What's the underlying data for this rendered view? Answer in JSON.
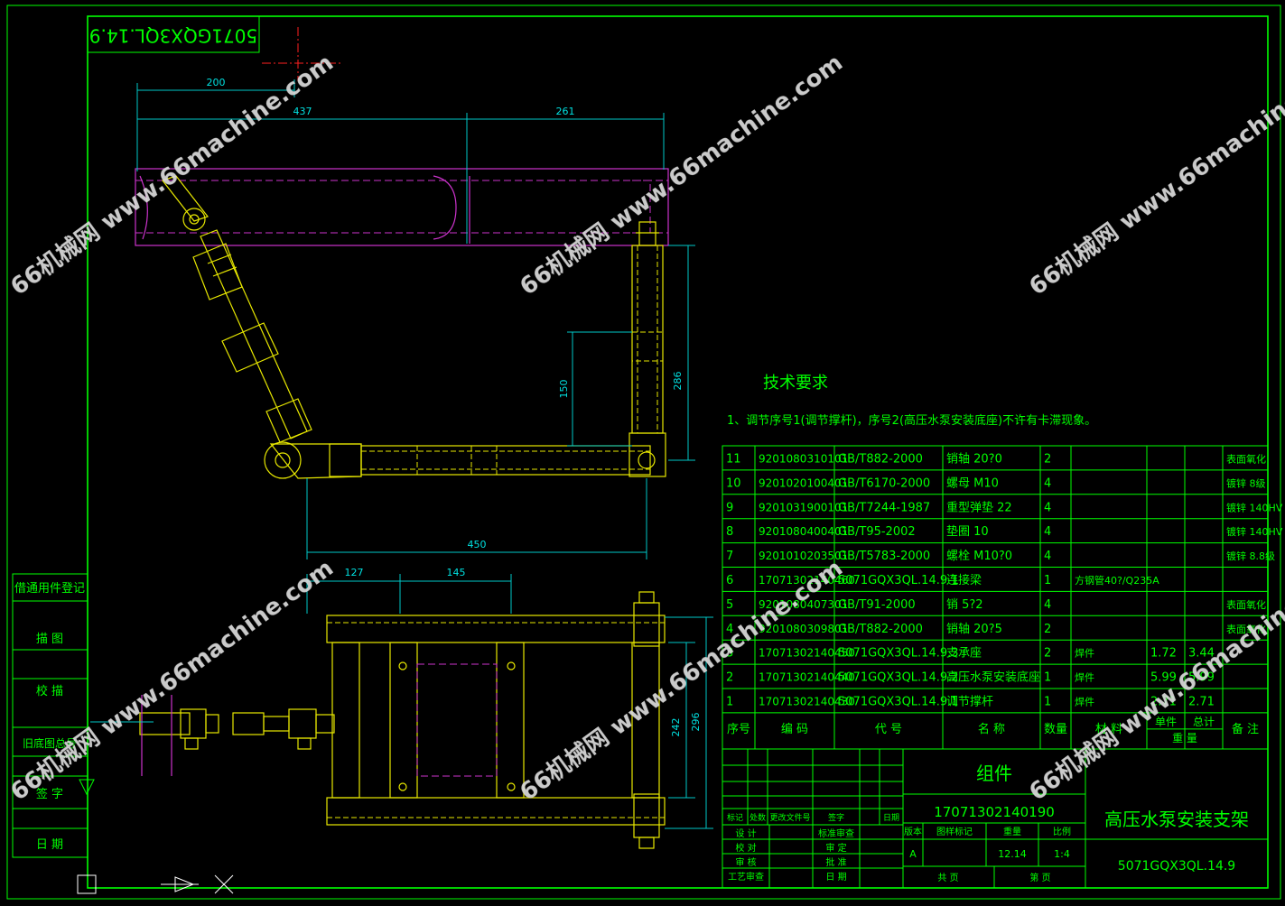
{
  "drawing_code_rotated": "5071GQX3QL.14.9",
  "dimensions": {
    "d200": "200",
    "d437": "437",
    "d261": "261",
    "d150": "150",
    "d286": "286",
    "d450": "450",
    "d127": "127",
    "d145": "145",
    "d242": "242",
    "d296": "296"
  },
  "tech": {
    "heading": "技术要求",
    "note": "1、调节序号1(调节撑杆)，序号2(高压水泵安装底座)不许有卡滞现象。"
  },
  "left_strip": [
    "借通用件登记",
    "描  图",
    "校  描",
    "旧底图总号",
    "签  字",
    "日  期"
  ],
  "bom_rows": [
    [
      "11",
      "9201080310101",
      "GB/T882-2000",
      "销轴 20?0",
      "2",
      "",
      "",
      "",
      "表面氧化"
    ],
    [
      "10",
      "9201020100401",
      "GB/T6170-2000",
      "螺母 M10",
      "4",
      "",
      "",
      "",
      "镀锌 8级"
    ],
    [
      "9",
      "9201031900101",
      "GB/T7244-1987",
      "重型弹垫 22",
      "4",
      "",
      "",
      "",
      "镀锌 140HV"
    ],
    [
      "8",
      "9201080400401",
      "GB/T95-2002",
      "垫圈 10",
      "4",
      "",
      "",
      "",
      "镀锌 140HV"
    ],
    [
      "7",
      "9201010203501",
      "GB/T5783-2000",
      "螺栓 M10?0",
      "4",
      "",
      "",
      "",
      "镀锌 8.8级"
    ],
    [
      "6",
      "17071302140460",
      "5071GQX3QL.14.9-1",
      "连接梁",
      "1",
      "方钢管40?/Q235A",
      "",
      "",
      ""
    ],
    [
      "5",
      "9201080407301",
      "GB/T91-2000",
      "销 5?2",
      "4",
      "",
      "",
      "",
      "表面氧化"
    ],
    [
      "4",
      "9201080309801",
      "GB/T882-2000",
      "销轴 20?5",
      "2",
      "",
      "",
      "",
      "表面氧化"
    ],
    [
      "3",
      "17071302140450",
      "5071GQX3QL.14.9.3",
      "支承座",
      "2",
      "焊件",
      "1.72",
      "3.44",
      ""
    ],
    [
      "2",
      "17071302140440",
      "5071GQX3QL.14.9.2",
      "高压水泵安装底座",
      "1",
      "焊件",
      "5.99",
      "5.99",
      ""
    ],
    [
      "1",
      "17071302140430",
      "5071GQX3QL.14.9.1",
      "调节撑杆",
      "1",
      "焊件",
      "2.71",
      "2.71",
      ""
    ]
  ],
  "bom_header": {
    "seq": "序号",
    "code": "编  码",
    "drawing": "代  号",
    "name": "名  称",
    "qty": "数量",
    "material": "材  料",
    "unit_weight": "单件",
    "total_weight": "总计",
    "weight": "重  量",
    "remark": "备  注"
  },
  "title_block": {
    "assembly": "组件",
    "part_code": "17071302140190",
    "title": "高压水泵安装支架",
    "drawing_no": "5071GQX3QL.14.9",
    "rev_labels": [
      "标记",
      "处数",
      "更改文件号",
      "签字",
      "日期"
    ],
    "sign_left": [
      "设  计",
      "校  对",
      "审  核",
      "工艺审查"
    ],
    "sign_right": [
      "标准审查",
      "审  定",
      "批  准",
      "日  期"
    ],
    "stage_labels": [
      "版本",
      "图样标记",
      "重量",
      "比例"
    ],
    "stage_values": [
      "A",
      "",
      "12.14",
      "1:4"
    ],
    "sheet_labels": [
      "共   页",
      "第   页"
    ]
  },
  "watermark": "66机械网 www.66machine.com",
  "colors": {
    "frame": "#00ff00",
    "part": "#e8e800",
    "phantom": "#cc33cc",
    "dimension": "#00c8c8",
    "center": "#ff2020",
    "watermark": "#dddddd"
  }
}
